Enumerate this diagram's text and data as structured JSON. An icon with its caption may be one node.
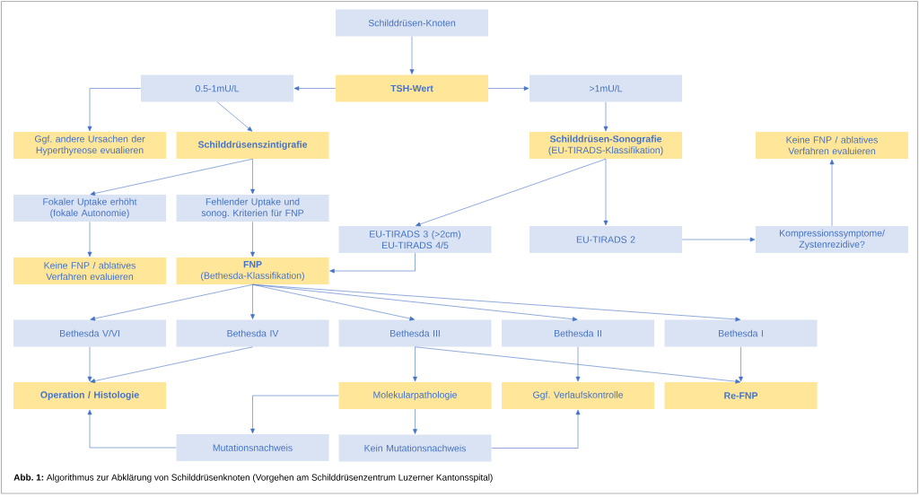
{
  "diagram": {
    "caption": "**Abb. 1:** Algorithmus zur Abklärung von Schilddrüsenknoten (Vorgehen am Schilddrüsenzentrum Luzerner Kantonsspital)",
    "nodes": [
      {
        "text": [
          "Schilddrüsen-Knoten"
        ]
      },
      {
        "text": [
          "TSH-Wert"
        ]
      },
      {
        "text": [
          "0.5-1mU/L"
        ]
      },
      {
        "text": [
          ">1mU/L"
        ]
      },
      {
        "text": [
          "Ggf. andere Ursachen der Hyperthyreose evualieren"
        ]
      },
      {
        "text": [
          "Schilddrüsenszintigrafie"
        ]
      },
      {
        "text": [
          "Schilddrüsen-Sonografie",
          "(EU-TIRADS-Klassifikation)"
        ]
      },
      {
        "text": [
          "Keine FNP / ablatives Verfahren evaluieren"
        ]
      },
      {
        "text": [
          "Fokaler Uptake erhöht (fokale Autonomie)"
        ]
      },
      {
        "text": [
          "Fehlender Uptake und sonog. Kriterien für FNP"
        ]
      },
      {
        "text": [
          "EU-TIRADS 3 (>2cm) EU-TIRADS 4/5"
        ]
      },
      {
        "text": [
          "EU-TIRADS 2"
        ]
      },
      {
        "text": [
          "Kompressionssymptome/ Zystenrezidive?"
        ]
      },
      {
        "text": [
          "Keine FNP / ablatives Verfahren evaluieren"
        ]
      },
      {
        "text": [
          "FNP",
          "(Bethesda-Klassifikation)"
        ]
      },
      {
        "text": [
          "Bethesda V/VI"
        ]
      },
      {
        "text": [
          "Bethesda IV"
        ]
      },
      {
        "text": [
          "Bethesda III"
        ]
      },
      {
        "text": [
          "Bethesda II"
        ]
      },
      {
        "text": [
          "Bethesda I"
        ]
      },
      {
        "text": [
          "Operation / Histologie"
        ]
      },
      {
        "text": [
          "Molekularpathologie"
        ]
      },
      {
        "text": [
          "Ggf. Verlaufskontrolle"
        ]
      },
      {
        "text": [
          "Re-FNP"
        ]
      },
      {
        "text": [
          "Mutationsnachweis"
        ]
      },
      {
        "text": [
          "Kein Mutationsnachweis"
        ]
      }
    ],
    "edges": [
      {
        "from": 0,
        "to": 1,
        "arrow": "to"
      },
      {
        "from": 1,
        "to": 2,
        "arrow": "to"
      },
      {
        "from": 1,
        "to": 3,
        "arrow": "to"
      },
      {
        "from": 2,
        "to": 4,
        "arrow": "to"
      },
      {
        "from": 2,
        "to": 5,
        "arrow": "to"
      },
      {
        "from": 3,
        "to": 6,
        "arrow": "to"
      },
      {
        "from": 5,
        "to": 8,
        "arrow": "to"
      },
      {
        "from": 5,
        "to": 9,
        "arrow": "to"
      },
      {
        "from": 6,
        "to": 10,
        "arrow": "to"
      },
      {
        "from": 6,
        "to": 11,
        "arrow": "to"
      },
      {
        "from": 11,
        "to": 12,
        "arrow": "to"
      },
      {
        "from": 12,
        "to": 7,
        "arrow": "to"
      },
      {
        "from": 8,
        "to": 13,
        "arrow": "to"
      },
      {
        "from": 9,
        "to": 14,
        "arrow": "to"
      },
      {
        "from": 10,
        "to": 14,
        "arrow": "to"
      },
      {
        "from": 14,
        "to": 15,
        "arrow": "to"
      },
      {
        "from": 14,
        "to": 16,
        "arrow": "to"
      },
      {
        "from": 14,
        "to": 17,
        "arrow": "to"
      },
      {
        "from": 14,
        "to": 18,
        "arrow": "to"
      },
      {
        "from": 14,
        "to": 19,
        "arrow": "to"
      },
      {
        "from": 15,
        "to": 20,
        "arrow": "to"
      },
      {
        "from": 16,
        "to": 20,
        "arrow": "to"
      },
      {
        "from": 17,
        "to": 21,
        "arrow": "to"
      },
      {
        "from": 17,
        "to": 23,
        "arrow": "to"
      },
      {
        "from": 18,
        "to": 22,
        "arrow": "to"
      },
      {
        "from": 19,
        "to": 23,
        "arrow": "to"
      },
      {
        "from": 21,
        "to": 24,
        "arrow": "to"
      },
      {
        "from": 21,
        "to": 25,
        "arrow": "to"
      },
      {
        "from": 24,
        "to": 20,
        "arrow": "to"
      },
      {
        "from": 25,
        "to": 22,
        "arrow": "to"
      }
    ]
  }
}
